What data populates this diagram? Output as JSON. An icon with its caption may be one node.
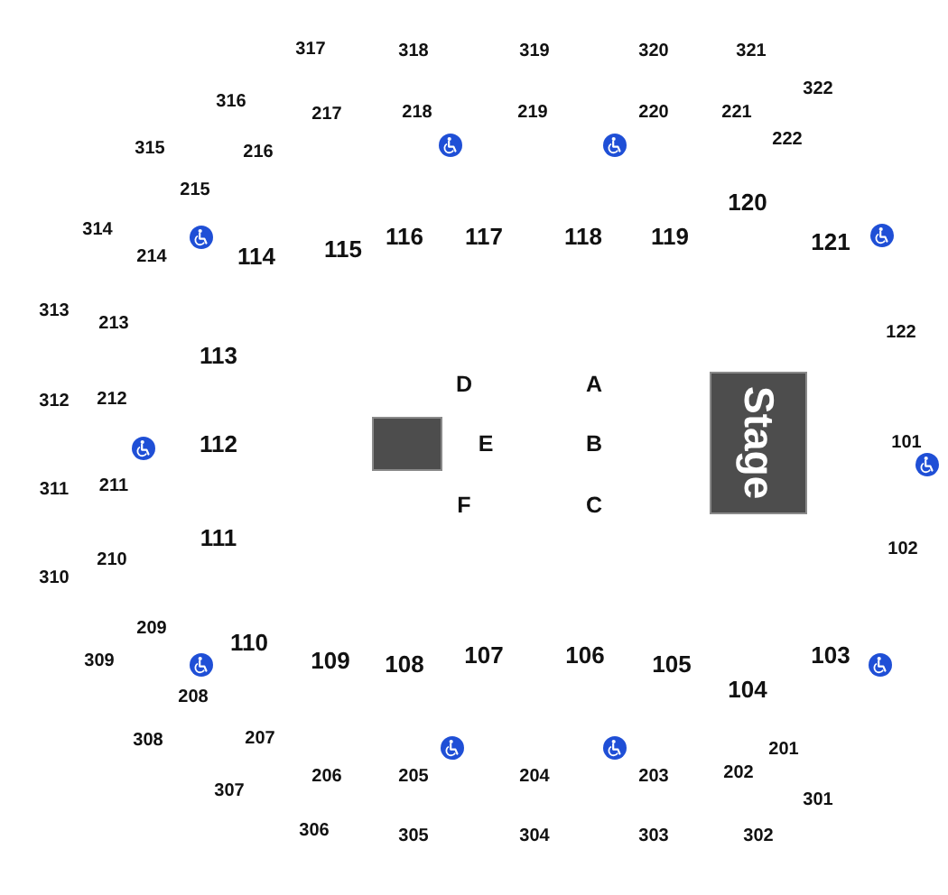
{
  "diagram": {
    "nodes": [
      {
        "text": [
          "Stage"
        ]
      },
      {
        "text": [],
        "shape": "box"
      }
    ],
    "labels": [
      "317",
      "318",
      "319",
      "320",
      "321",
      "316",
      "217",
      "218",
      "219",
      "220",
      "221",
      "322",
      "315",
      "216",
      "222",
      "215",
      "120",
      "314",
      "214",
      "114",
      "115",
      "116",
      "117",
      "118",
      "119",
      "121",
      "313",
      "213",
      "122",
      "113",
      "D",
      "A",
      "312",
      "212",
      "112",
      "E",
      "B",
      "101",
      "311",
      "211",
      "F",
      "C",
      "111",
      "102",
      "210",
      "310",
      "209",
      "309",
      "110",
      "109",
      "108",
      "107",
      "106",
      "105",
      "103",
      "208",
      "104",
      "308",
      "207",
      "201",
      "206",
      "205",
      "204",
      "203",
      "202",
      "307",
      "301",
      "306",
      "305",
      "304",
      "303",
      "302"
    ]
  }
}
